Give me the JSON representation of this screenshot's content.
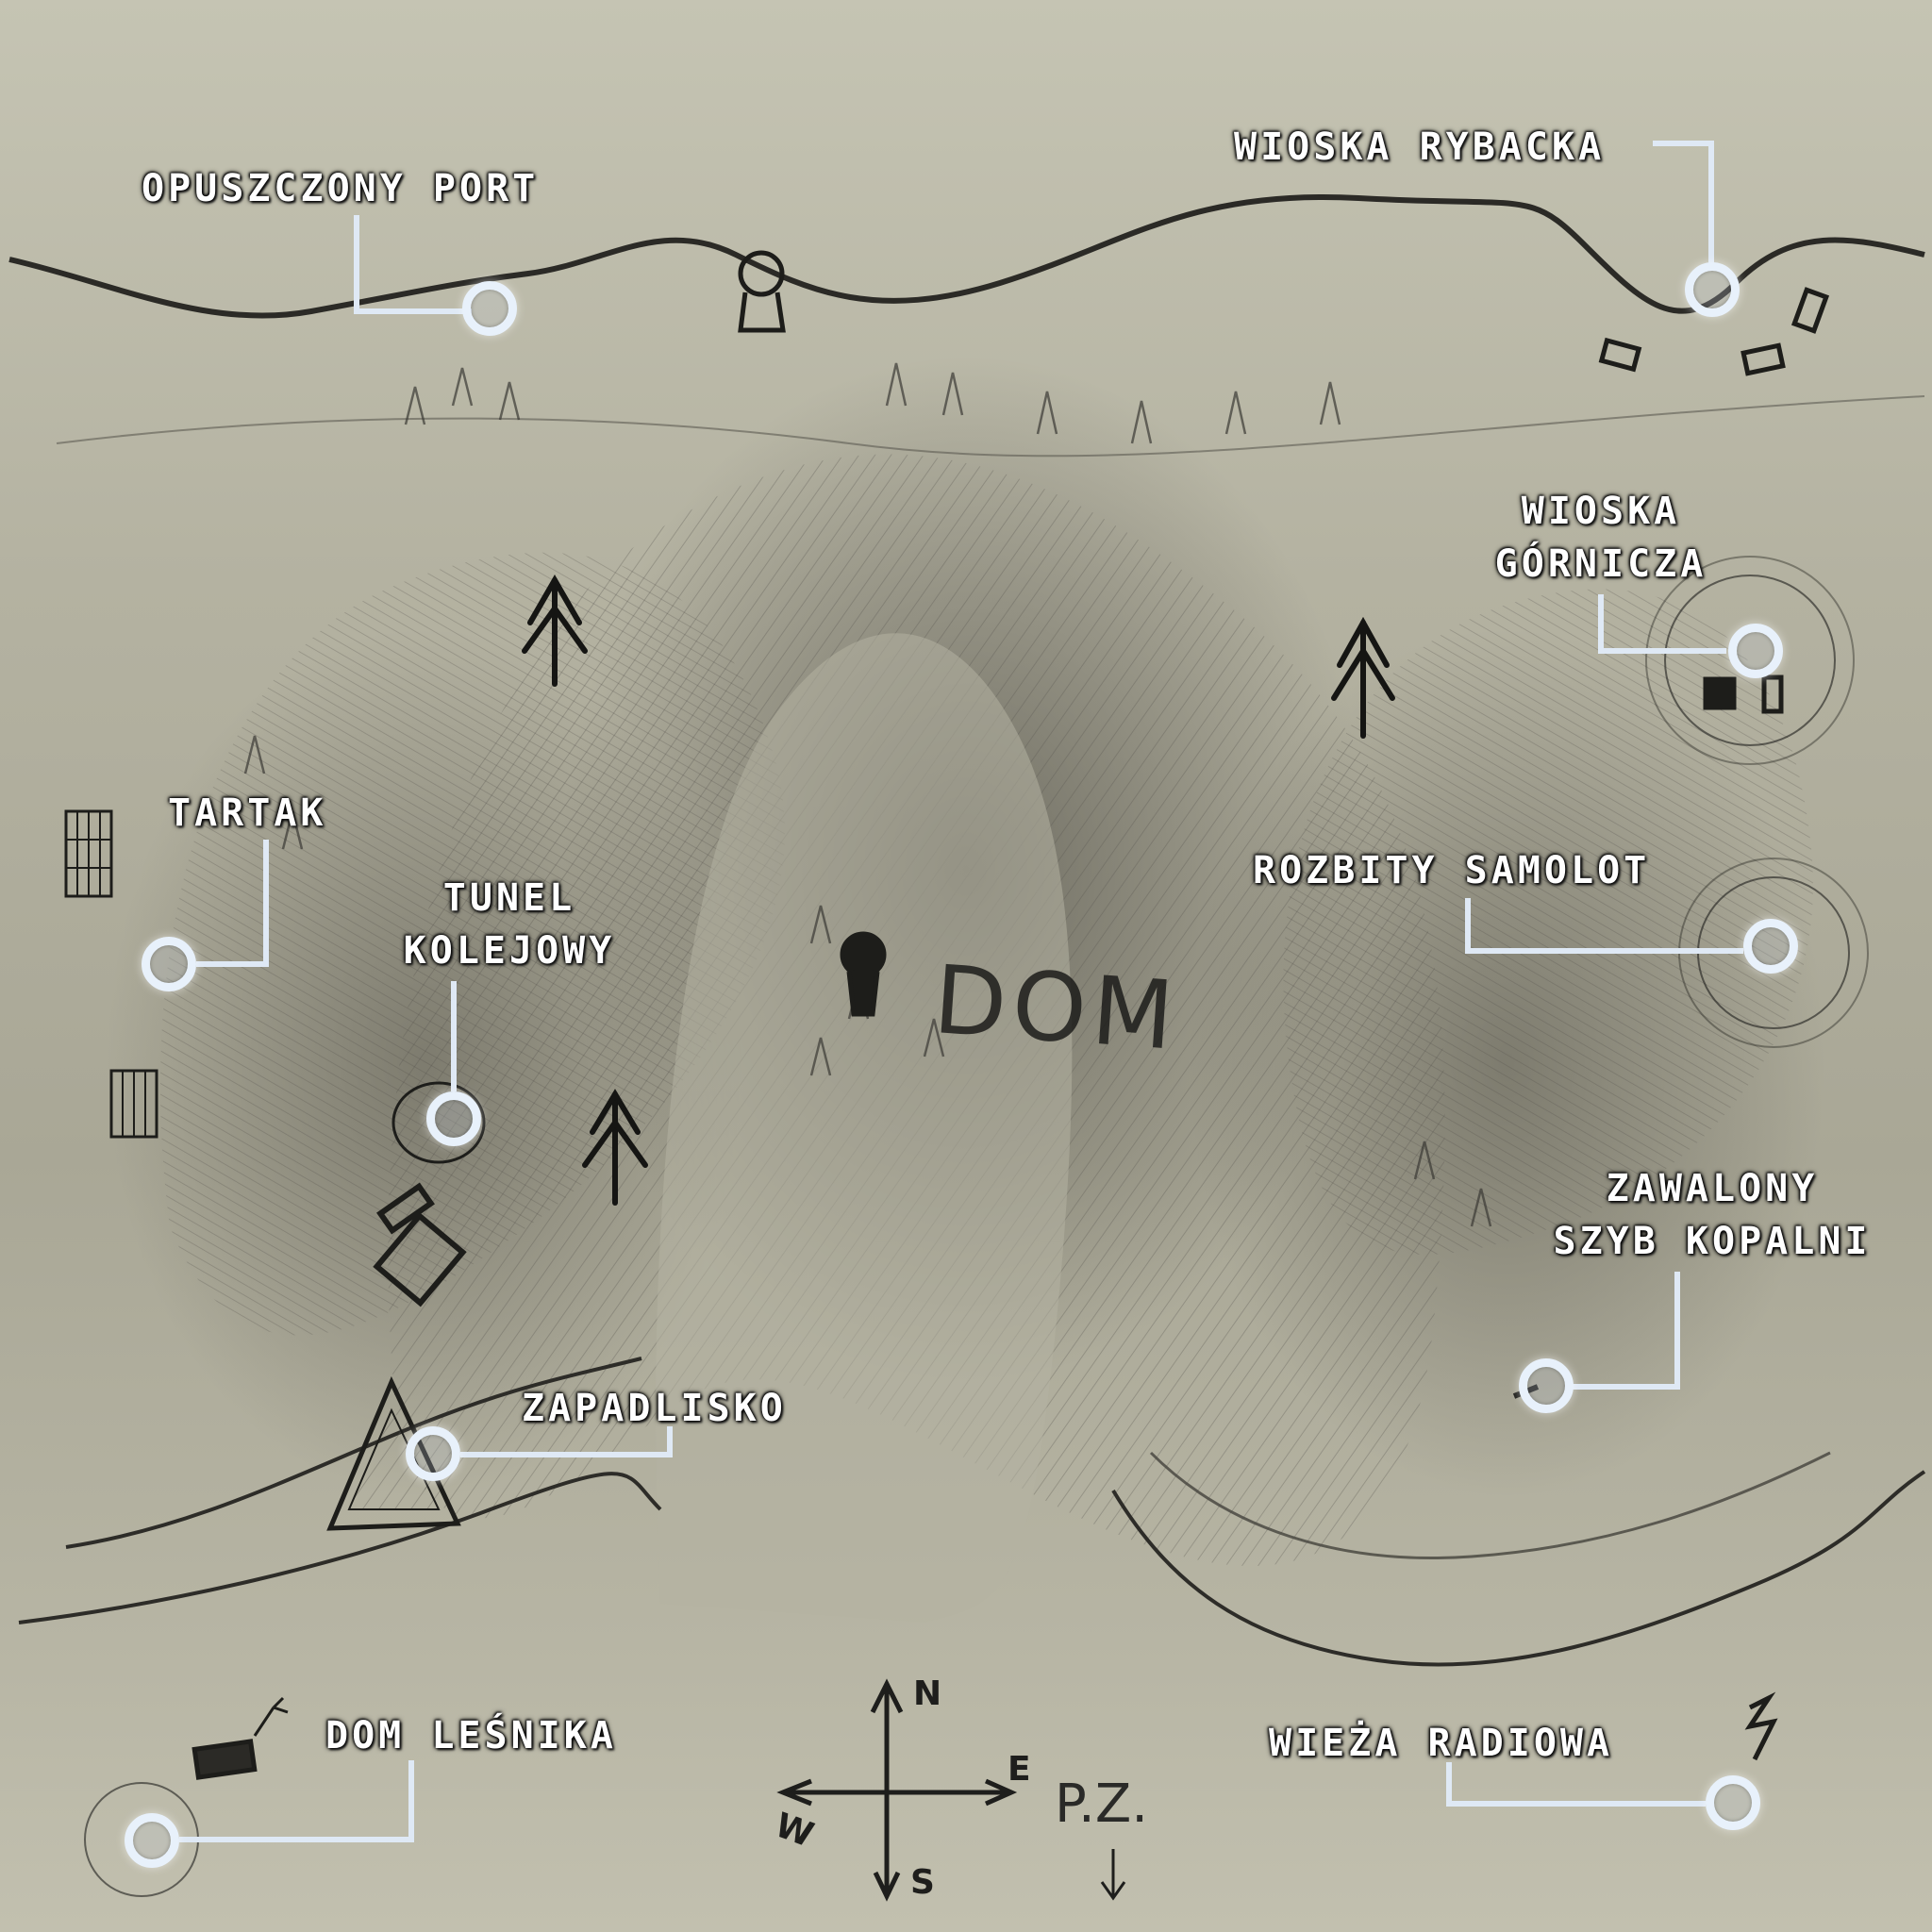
{
  "map": {
    "home_label": "DOM",
    "compass": {
      "n": "N",
      "e": "E",
      "s": "S",
      "w": "W"
    },
    "player_marker": "P.Z.",
    "locations": [
      {
        "id": "opuszczony-port",
        "label": [
          "OPUSZCZONY PORT"
        ]
      },
      {
        "id": "wioska-rybacka",
        "label": [
          "WIOSKA RYBACKA"
        ]
      },
      {
        "id": "wioska-gornicza",
        "label": [
          "WIOSKA",
          "GÓRNICZA"
        ]
      },
      {
        "id": "tartak",
        "label": [
          "TARTAK"
        ]
      },
      {
        "id": "tunel-kolejowy",
        "label": [
          "TUNEL",
          "KOLEJOWY"
        ]
      },
      {
        "id": "rozbity-samolot",
        "label": [
          "ROZBITY SAMOLOT"
        ]
      },
      {
        "id": "zawalony-szyb-kopalni",
        "label": [
          "ZAWALONY",
          "SZYB KOPALNI"
        ]
      },
      {
        "id": "zapadlisko",
        "label": [
          "ZAPADLISKO"
        ]
      },
      {
        "id": "dom-lesnika",
        "label": [
          "DOM LEŚNIKA"
        ]
      },
      {
        "id": "wieza-radiowa",
        "label": [
          "WIEŻA RADIOWA"
        ]
      }
    ]
  }
}
